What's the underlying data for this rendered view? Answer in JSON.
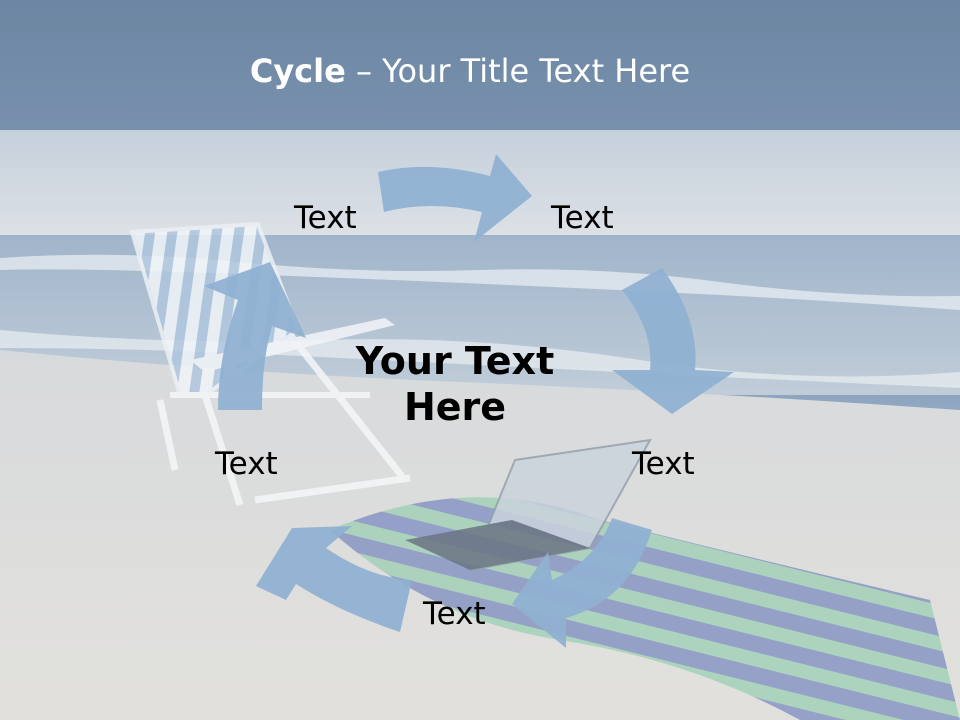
{
  "slide": {
    "title_bold": "Cycle",
    "title_rest": " – Your Title Text Here",
    "center_text": "Your Text Here",
    "labels": [
      "Text",
      "Text",
      "Text",
      "Text",
      "Text"
    ]
  },
  "colors": {
    "arrow": "#8fb0d2",
    "sky_top": "#4f6f92",
    "sea": "#8aa6c2",
    "sand": "#d9d8d4"
  },
  "background": {
    "scene": "beach-with-chair-towel-laptop"
  }
}
